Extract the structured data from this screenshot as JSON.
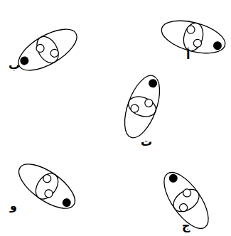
{
  "diagram": {
    "labels": [
      "أ",
      "ب",
      "ت",
      "و",
      "ج"
    ]
  }
}
